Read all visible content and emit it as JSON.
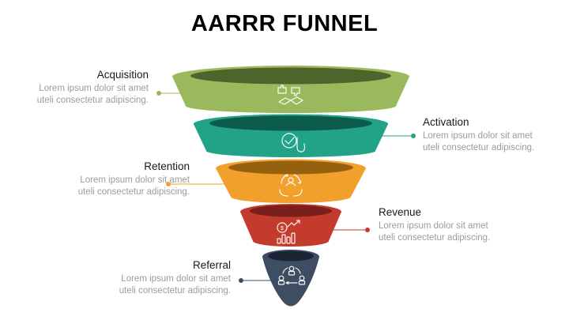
{
  "title": "AARRR FUNNEL",
  "background_color": "#ffffff",
  "title_color": "#000000",
  "text_colors": {
    "heading": "#1a1a1a",
    "body": "#9b9b9b"
  },
  "funnel": {
    "icons": {
      "dollar_glyph": "$"
    },
    "stages": [
      {
        "name": "Acquisition",
        "description": "Lorem ipsum dolor sit amet uteli consectetur adipiscing.",
        "side": "left",
        "icon": "thumbs-feedback-handshake-icon",
        "colors": {
          "body": "#9ab95c",
          "top": "#4d652a"
        }
      },
      {
        "name": "Activation",
        "description": "Lorem ipsum dolor sit amet uteli consectetur adipiscing.",
        "side": "right",
        "icon": "tap-checkmark-icon",
        "colors": {
          "body": "#22a287",
          "top": "#0d5b4d"
        }
      },
      {
        "name": "Retention",
        "description": "Lorem ipsum dolor sit amet uteli consectetur adipiscing.",
        "side": "left",
        "icon": "customer-retention-hands-icon",
        "colors": {
          "body": "#f0a02b",
          "top": "#97600f"
        }
      },
      {
        "name": "Revenue",
        "description": "Lorem ipsum dolor sit amet uteli consectetur adipiscing.",
        "side": "right",
        "icon": "dollar-growth-chart-icon",
        "colors": {
          "body": "#c23b2d",
          "top": "#7b1f1a"
        }
      },
      {
        "name": "Referral",
        "description": "Lorem ipsum dolor sit amet uteli consectetur adipiscing.",
        "side": "left",
        "icon": "referral-people-network-icon",
        "colors": {
          "body": "#3d4e63",
          "top": "#1b2533"
        }
      }
    ]
  }
}
